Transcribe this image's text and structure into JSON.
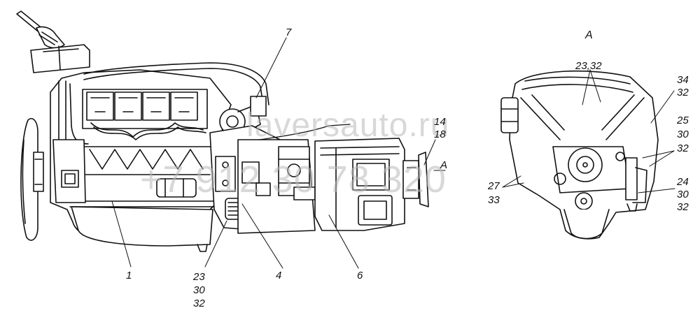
{
  "labels": {
    "view": "A",
    "left": {
      "l7": "7",
      "l14": "14",
      "l18": "18",
      "lA": "A",
      "l1": "1",
      "l4": "4",
      "l6": "6",
      "l23": "23",
      "l30": "30",
      "l32": "32"
    },
    "right": {
      "r2332": "23,32",
      "r34": "34",
      "r32a": "32",
      "r25": "25",
      "r30a": "30",
      "r32b": "32",
      "r27": "27",
      "r33": "33",
      "r24": "24",
      "r30b": "30",
      "r32c": "32"
    }
  },
  "watermark": {
    "line1": "laversauto.ru",
    "line2": "+7 912 30 78 320"
  }
}
